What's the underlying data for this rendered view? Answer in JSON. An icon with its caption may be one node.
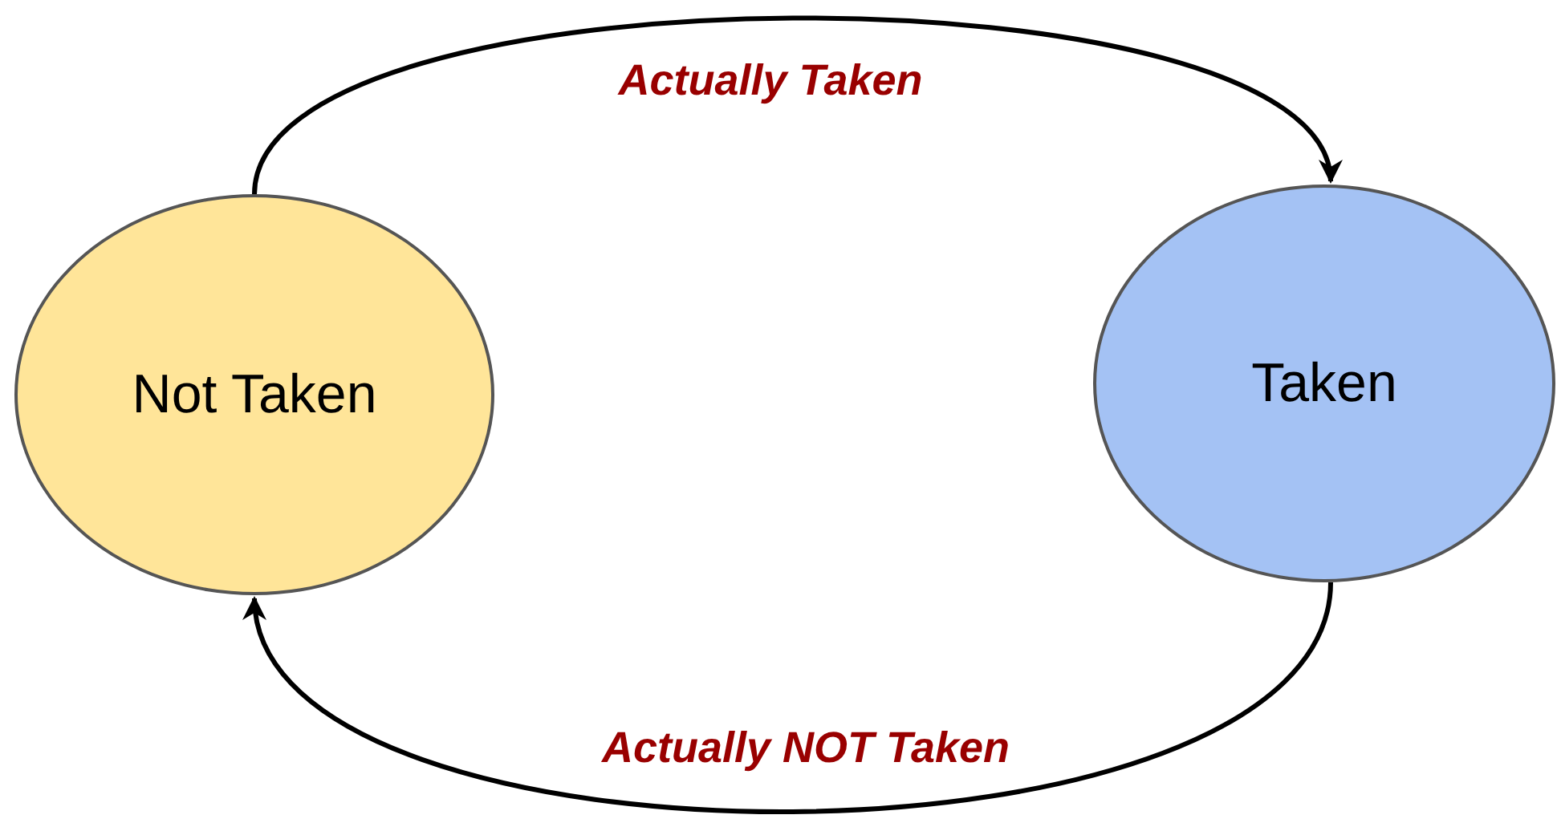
{
  "diagram": {
    "nodes": [
      {
        "text": [
          "Not Taken"
        ]
      },
      {
        "text": [
          "Taken"
        ]
      }
    ],
    "edges": [
      {
        "from": 0,
        "to": 1,
        "arrow": "to",
        "label": "Actually Taken"
      },
      {
        "from": 1,
        "to": 0,
        "arrow": "to",
        "label": "Actually NOT Taken"
      }
    ]
  }
}
